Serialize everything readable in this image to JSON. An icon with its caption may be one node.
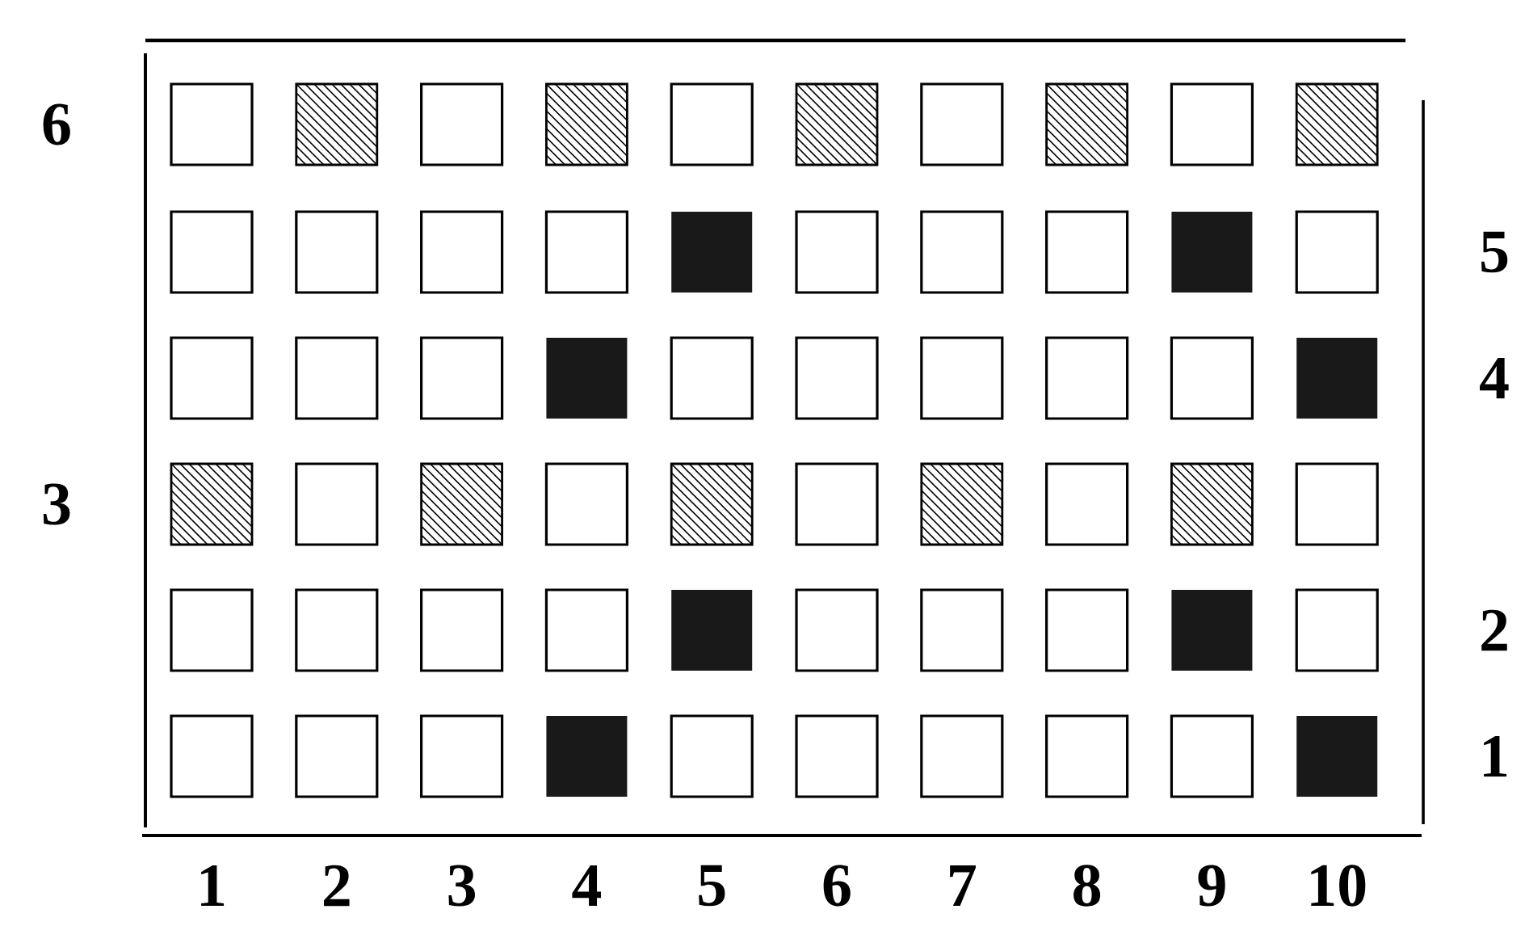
{
  "diagram": {
    "labels": [
      "6",
      "5",
      "4",
      "3",
      "2",
      "1",
      "1",
      "2",
      "3",
      "4",
      "5",
      "6",
      "7",
      "8",
      "9",
      "10"
    ]
  }
}
